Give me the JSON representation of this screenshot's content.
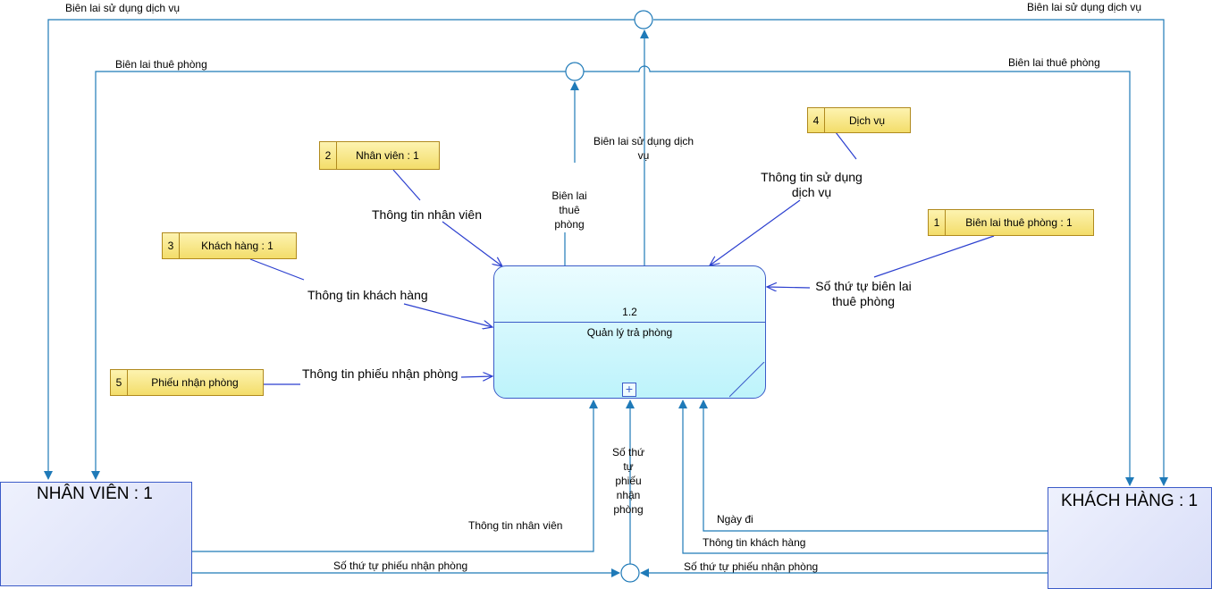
{
  "process": {
    "id": "1.2",
    "name": "Quản lý trả phòng"
  },
  "entities": {
    "left": "NHÂN VIÊN : 1",
    "right": "KHÁCH HÀNG : 1"
  },
  "data_stores": [
    {
      "num": "2",
      "label": "Nhân viên : 1"
    },
    {
      "num": "3",
      "label": "Khách hàng : 1"
    },
    {
      "num": "5",
      "label": "Phiếu nhận phòng"
    },
    {
      "num": "4",
      "label": "Dịch vụ"
    },
    {
      "num": "1",
      "label": "Biên lai thuê phòng : 1"
    }
  ],
  "flows": {
    "top_left_receipt_service": "Biên lai sử dụng dịch vụ",
    "top_right_receipt_service": "Biên lai sử dụng dịch vụ",
    "left_receipt_room": "Biên lai thuê phòng",
    "right_receipt_room": "Biên lai thuê phòng",
    "up_receipt_service": "Biên lai sử dụng dịch\nvụ",
    "up_receipt_room": "Biên lai\nthuê\nphòng",
    "staff_info": "Thông tin nhân viên",
    "customer_info": "Thông tin khách hàng",
    "checkin_slip_info": "Thông tin phiếu nhận phòng",
    "service_usage_info": "Thông tin sử dụng\ndịch vụ",
    "receipt_number": "Số thứ tự biên lai\nthuê phòng",
    "slip_number_vertical": "Số thứ\ntự\nphiếu\nnhận\nphòng",
    "staff_info_bottom": "Thông tin nhân viên",
    "departure_date": "Ngày đi",
    "customer_info_bottom": "Thông tin khách hàng",
    "slip_number_left": "Số thứ tự phiếu nhận phòng",
    "slip_number_right": "Số thứ tự phiếu nhận phòng"
  },
  "colors": {
    "flow_line": "#1f7ab8",
    "ds_link": "#2b3fcf"
  }
}
